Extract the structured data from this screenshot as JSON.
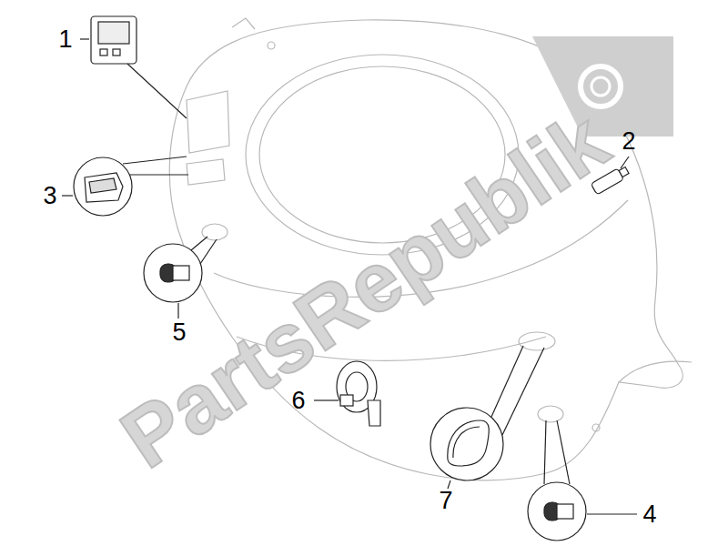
{
  "diagram": {
    "labels": [
      "1",
      "2",
      "3",
      "5",
      "6",
      "7",
      "4",
      "PartsRepublik"
    ]
  }
}
